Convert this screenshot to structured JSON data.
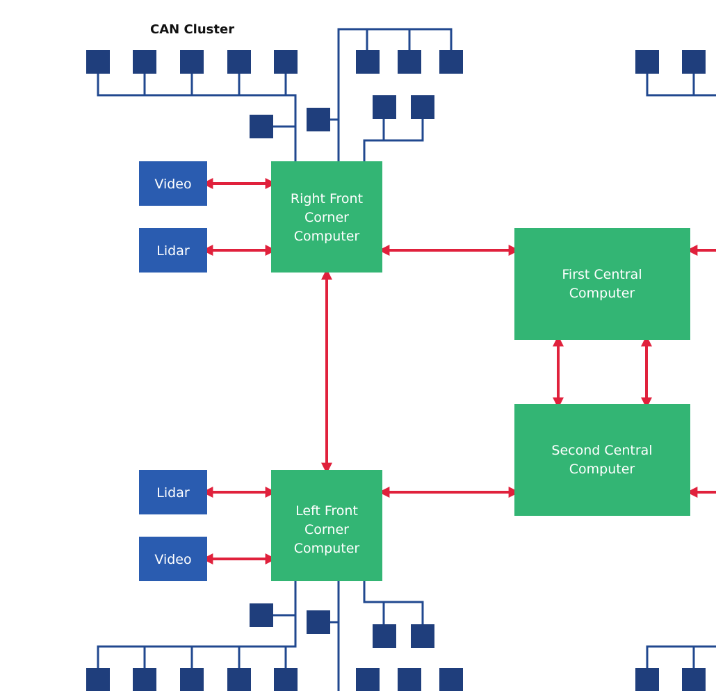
{
  "colors": {
    "bus": "#21488f",
    "node": "#1f3e7c",
    "sensor": "#2a5cb0",
    "computer": "#33b574",
    "link": "#e0213c"
  },
  "cluster_label": "CAN Cluster",
  "computers": {
    "right_front": [
      "Right Front",
      "Corner",
      "Computer"
    ],
    "left_front": [
      "Left Front",
      "Corner",
      "Computer"
    ],
    "first_central": [
      "First Central",
      "Computer"
    ],
    "second_central": [
      "Second Central",
      "Computer"
    ]
  },
  "sensors": {
    "top_video": "Video",
    "top_lidar": "Lidar",
    "bottom_lidar": "Lidar",
    "bottom_video": "Video"
  }
}
